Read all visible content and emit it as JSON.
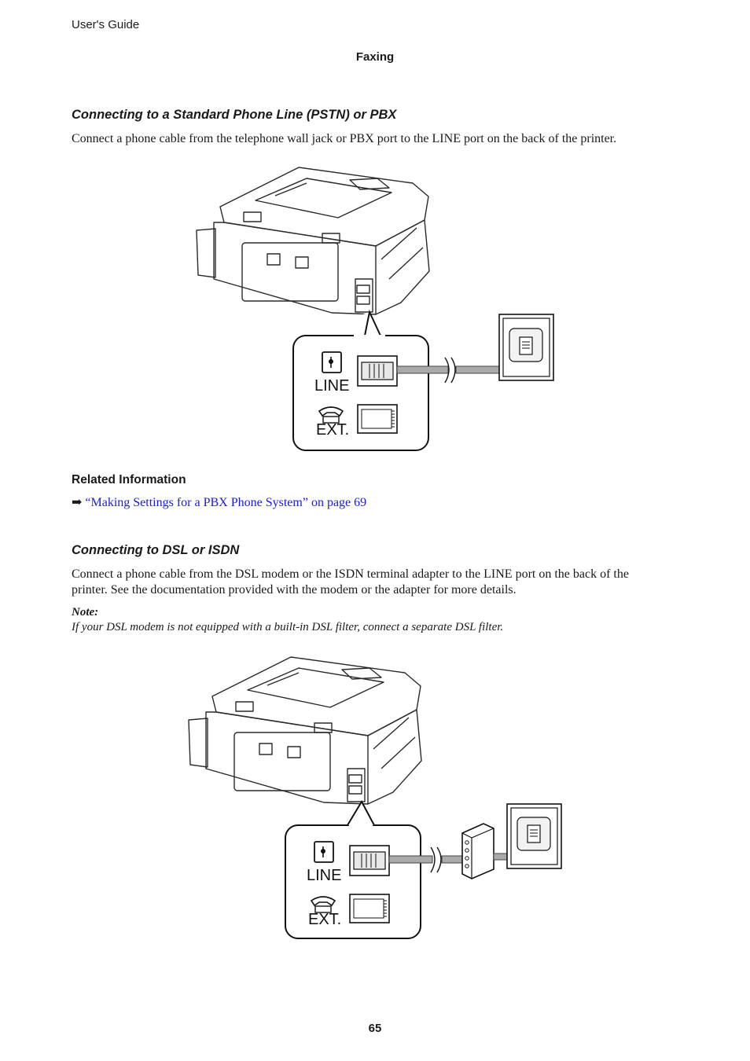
{
  "header": {
    "running_title": "User's Guide",
    "chapter": "Faxing"
  },
  "section1": {
    "heading": "Connecting to a Standard Phone Line (PSTN) or PBX",
    "body": "Connect a phone cable from the telephone wall jack or PBX port to the LINE port on the back of the printer.",
    "figure": {
      "line_label": "LINE",
      "ext_label": "EXT."
    }
  },
  "related": {
    "heading": "Related Information",
    "arrow": "➡",
    "link_text": "“Making Settings for a PBX Phone System” on page 69"
  },
  "section2": {
    "heading": "Connecting to DSL or ISDN",
    "body_line1": "Connect a phone cable from the DSL modem or the ISDN terminal adapter to the LINE port on the back of the",
    "body_line2": "printer. See the documentation provided with the modem or the adapter for more details.",
    "note_label": "Note:",
    "note_text": "If your DSL modem is not equipped with a built-in DSL filter, connect a separate DSL filter.",
    "figure": {
      "line_label": "LINE",
      "ext_label": "EXT."
    }
  },
  "footer": {
    "page_number": "65"
  }
}
